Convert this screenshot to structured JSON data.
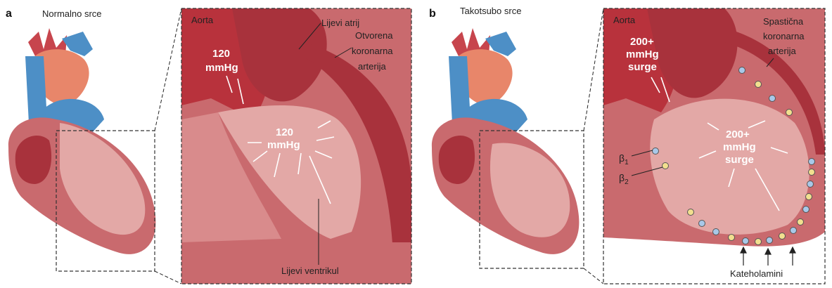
{
  "panel_a": {
    "letter": "a",
    "title": "Normalno srce",
    "labels": {
      "aorta": "Aorta",
      "left_atrium": "Lijevi atrij",
      "coronary_line1": "Otvorena",
      "coronary_line2": "koronarna",
      "coronary_line3": "arterija",
      "pressure_aorta_value": "120",
      "pressure_aorta_unit": "mmHg",
      "pressure_lv_value": "120",
      "pressure_lv_unit": "mmHg",
      "left_ventricle": "Lijevi ventrikul"
    }
  },
  "panel_b": {
    "letter": "b",
    "title": "Takotsubo srce",
    "labels": {
      "aorta": "Aorta",
      "coronary_line1": "Spastična",
      "coronary_line2": "koronarna",
      "coronary_line3": "arterija",
      "pressure_aorta_line1": "200+",
      "pressure_aorta_line2": "mmHg",
      "pressure_aorta_line3": "surge",
      "pressure_lv_line1": "200+",
      "pressure_lv_line2": "mmHg",
      "pressure_lv_line3": "surge",
      "beta1": "β",
      "beta1_sub": "1",
      "beta2": "β",
      "beta2_sub": "2",
      "catecholamines": "Kateholamini"
    }
  },
  "colors": {
    "myocardium": "#c96a6e",
    "myocardium_light": "#e3a8a6",
    "chamber": "#d98b8c",
    "aorta_red": "#b8323c",
    "vein_blue": "#4d8fc6",
    "artery_orange": "#e8866a",
    "receptor_blue": "#a9c8e8",
    "receptor_yellow": "#f2df8f"
  }
}
